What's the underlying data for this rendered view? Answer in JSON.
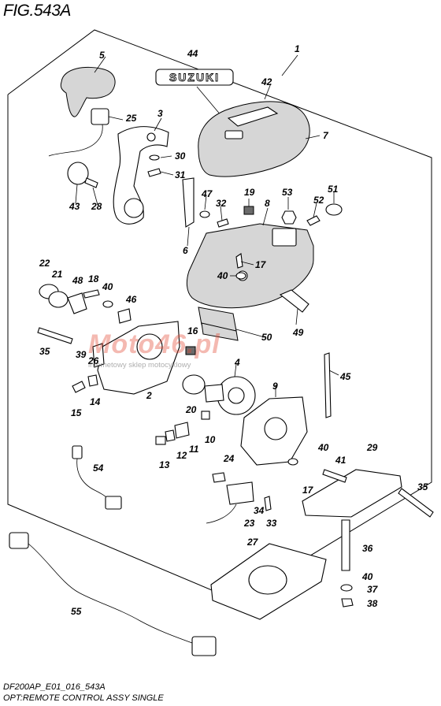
{
  "figure": {
    "title": "FIG.543A"
  },
  "brand_label": "SUZUKI",
  "watermark": {
    "main": "Moto46.pl",
    "sub": "internetowy sklep motocyklowy"
  },
  "footer": {
    "code": "DF200AP_E01_016_543A",
    "caption": "OPT:REMOTE CONTROL ASSY SINGLE"
  },
  "callouts": [
    "1",
    "2",
    "3",
    "4",
    "5",
    "6",
    "7",
    "8",
    "9",
    "10",
    "11",
    "12",
    "13",
    "14",
    "15",
    "16",
    "17",
    "17",
    "18",
    "19",
    "20",
    "21",
    "22",
    "23",
    "24",
    "25",
    "26",
    "27",
    "28",
    "29",
    "30",
    "31",
    "32",
    "33",
    "34",
    "35",
    "35",
    "36",
    "37",
    "38",
    "39",
    "40",
    "40",
    "40",
    "40",
    "41",
    "42",
    "43",
    "44",
    "45",
    "46",
    "47",
    "48",
    "49",
    "50",
    "51",
    "52",
    "53",
    "54",
    "55"
  ],
  "colors": {
    "line": "#000000",
    "shade": "#d6d6d6",
    "dark": "#6a6a6a",
    "watermark": "#e14632"
  }
}
